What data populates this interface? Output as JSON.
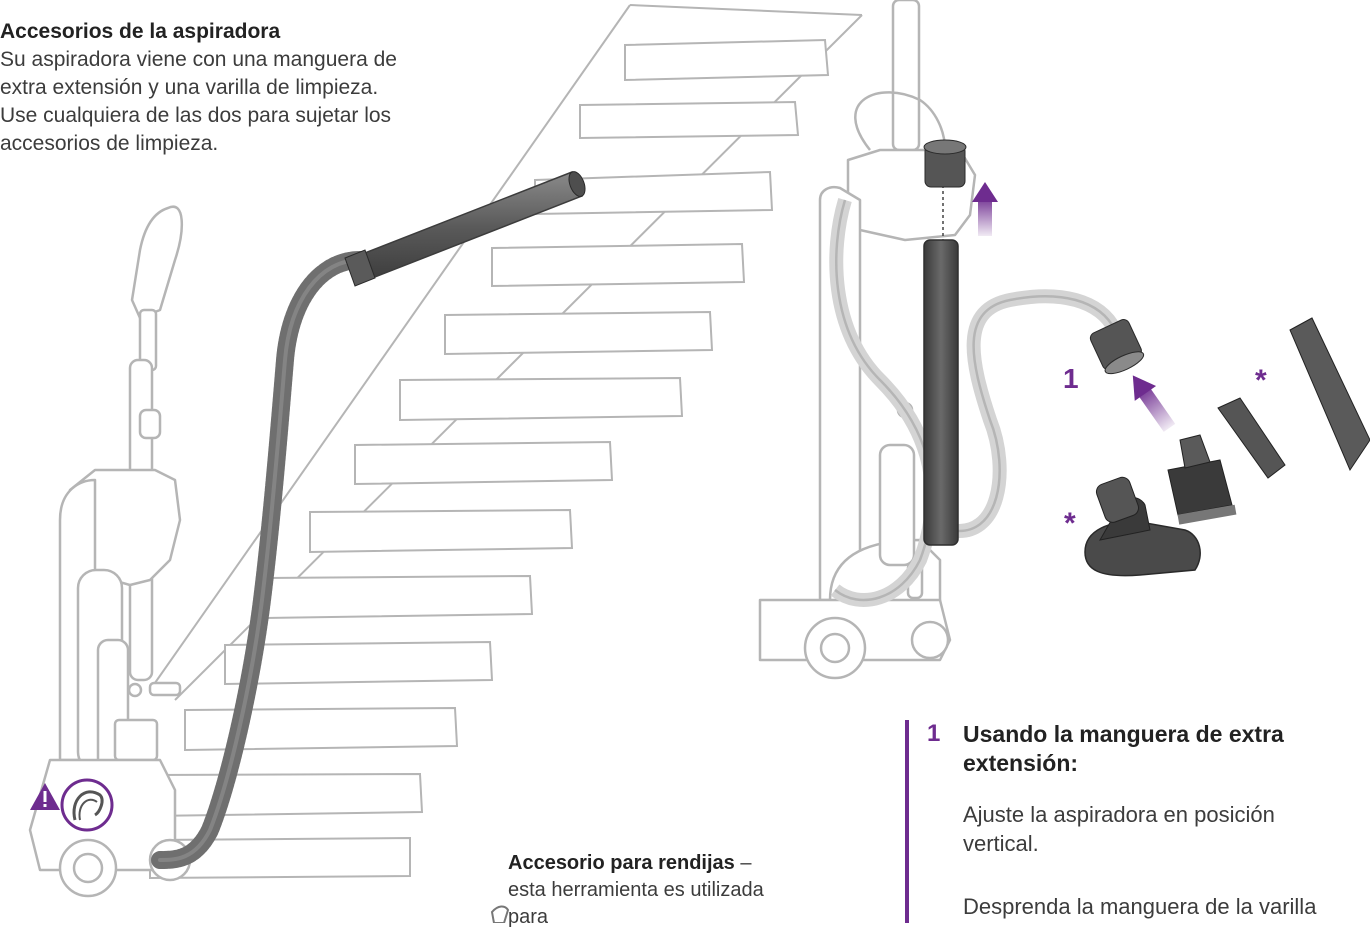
{
  "intro": {
    "title": "Accesorios de la aspiradora",
    "body": "Su aspiradora viene con una manguera de extra extensión y una varilla de limpieza. Use cualquiera de las dos para sujetar los accesorios de limpieza."
  },
  "callouts": {
    "step_marker": "1",
    "asterisk": "*"
  },
  "step": {
    "number": "1",
    "title": "Usando la manguera de extra extensión:",
    "para1": "Ajuste la aspiradora en posición vertical.",
    "para2": "Desprenda la manguera de la varilla"
  },
  "crevice": {
    "title": "Accesorio para rendijas",
    "dash": " –",
    "body": "esta herramienta es utilizada para"
  },
  "colors": {
    "accent": "#6e2c8f",
    "outline": "#b5b5b5",
    "hose": "#6f6f6f",
    "wand": "#4e4e4e"
  }
}
